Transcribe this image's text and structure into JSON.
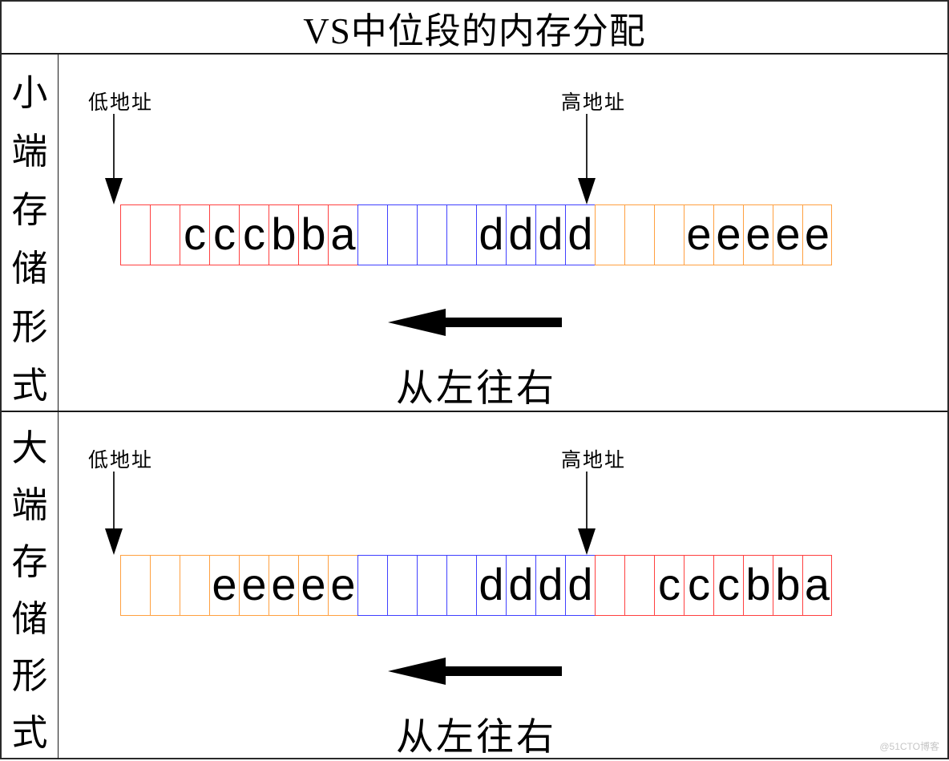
{
  "title": "VS中位段的内存分配",
  "watermark": "@51CTO博客",
  "colors": {
    "red": "#ff4040",
    "blue": "#4040ff",
    "orange": "#ffa040"
  },
  "sections": [
    {
      "name": "little-endian",
      "side_label": "小端存储形式",
      "low_address_label": "低地址",
      "high_address_label": "高地址",
      "direction_label": "从左往右",
      "memory_row": {
        "groups": [
          {
            "color": "red",
            "cells": [
              "",
              "",
              "c",
              "c",
              "c",
              "b",
              "b",
              "a"
            ]
          },
          {
            "color": "blue",
            "cells": [
              "",
              "",
              "",
              "",
              "d",
              "d",
              "d",
              "d"
            ]
          },
          {
            "color": "orange",
            "cells": [
              "",
              "",
              "",
              "e",
              "e",
              "e",
              "e",
              "e"
            ]
          }
        ]
      }
    },
    {
      "name": "big-endian",
      "side_label": "大端存储形式",
      "low_address_label": "低地址",
      "high_address_label": "高地址",
      "direction_label": "从左往右",
      "memory_row": {
        "groups": [
          {
            "color": "orange",
            "cells": [
              "",
              "",
              "",
              "e",
              "e",
              "e",
              "e",
              "e"
            ]
          },
          {
            "color": "blue",
            "cells": [
              "",
              "",
              "",
              "",
              "d",
              "d",
              "d",
              "d"
            ]
          },
          {
            "color": "red",
            "cells": [
              "",
              "",
              "c",
              "c",
              "c",
              "b",
              "b",
              "a"
            ]
          }
        ]
      }
    }
  ]
}
